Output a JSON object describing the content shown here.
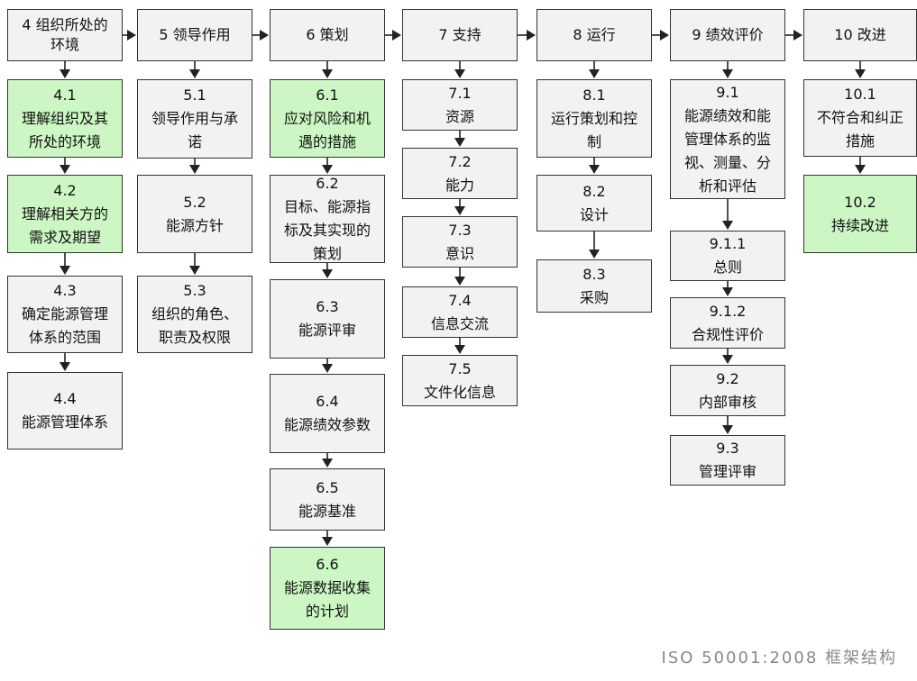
{
  "columns": [
    {
      "header": "4 组织所处的\n环境",
      "items": [
        {
          "text": "4.1\n理解组织及其\n所处的环境",
          "highlight": true
        },
        {
          "text": "4.2\n理解相关方的\n需求及期望",
          "highlight": true
        },
        {
          "text": "4.3\n确定能源管理\n体系的范围",
          "highlight": false
        },
        {
          "text": "4.4\n能源管理体系",
          "highlight": false
        }
      ]
    },
    {
      "header": "5 领导作用",
      "items": [
        {
          "text": "5.1\n领导作用与承\n诺",
          "highlight": false
        },
        {
          "text": "5.2\n能源方针",
          "highlight": false
        },
        {
          "text": "5.3\n组织的角色、\n职责及权限",
          "highlight": false
        }
      ]
    },
    {
      "header": "6 策划",
      "items": [
        {
          "text": "6.1\n应对风险和机\n遇的措施",
          "highlight": true
        },
        {
          "text": "6.2\n目标、能源指\n标及其实现的\n策划",
          "highlight": false
        },
        {
          "text": "6.3\n能源评审",
          "highlight": false
        },
        {
          "text": "6.4\n能源绩效参数",
          "highlight": false
        },
        {
          "text": "6.5\n能源基准",
          "highlight": false
        },
        {
          "text": "6.6\n能源数据收集\n的计划",
          "highlight": true
        }
      ]
    },
    {
      "header": "7 支持",
      "items": [
        {
          "text": "7.1\n资源",
          "highlight": false
        },
        {
          "text": "7.2\n能力",
          "highlight": false
        },
        {
          "text": "7.3\n意识",
          "highlight": false
        },
        {
          "text": "7.4\n信息交流",
          "highlight": false
        },
        {
          "text": "7.5\n文件化信息",
          "highlight": false
        }
      ]
    },
    {
      "header": "8 运行",
      "items": [
        {
          "text": "8.1\n运行策划和控\n制",
          "highlight": false
        },
        {
          "text": "8.2\n设计",
          "highlight": false
        },
        {
          "text": "8.3\n采购",
          "highlight": false
        }
      ]
    },
    {
      "header": "9 绩效评价",
      "items": [
        {
          "text": "9.1\n能源绩效和能\n管理体系的监\n视、测量、分\n析和评估",
          "highlight": false
        },
        {
          "text": "9.1.1\n总则",
          "highlight": false
        },
        {
          "text": "9.1.2\n合规性评价",
          "highlight": false
        },
        {
          "text": "9.2\n内部审核",
          "highlight": false
        },
        {
          "text": "9.3\n管理评审",
          "highlight": false
        }
      ]
    },
    {
      "header": "10 改进",
      "items": [
        {
          "text": "10.1\n不符合和纠正\n措施",
          "highlight": false
        },
        {
          "text": "10.2\n持续改进",
          "highlight": true
        }
      ]
    }
  ],
  "caption": "ISO 50001:2008 框架结构",
  "colors": {
    "box_fill": "#f2f2f2",
    "highlight_fill": "#ccf7c4",
    "border": "#333333",
    "caption": "#888888"
  }
}
